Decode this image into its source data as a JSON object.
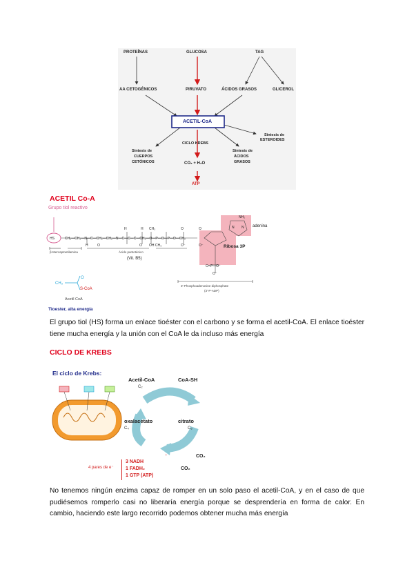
{
  "metabolism_diagram": {
    "proteinas": "PROTEÍNAS",
    "glucosa": "GLUCOSA",
    "tag": "TAG",
    "aa_cetogenicos": "AA CETOGÉNICOS",
    "piruvato": "PIRUVATO",
    "acidos_grasos": "ÁCIDOS GRASOS",
    "glicerol": "GLICEROL",
    "acetil_coa": "ACETIL-CoA",
    "sintesis_esteroides_1": "Síntesis de",
    "sintesis_esteroides_2": "ESTEROIDES",
    "cuerpos_1": "Síntesis de",
    "cuerpos_2": "CUERPOS",
    "cuerpos_3": "CETÓNICOS",
    "ciclo_krebs": "CICLO  KREBS",
    "acidos_sint_1": "Síntesis de",
    "acidos_sint_2": "ÁCIDOS",
    "acidos_sint_3": "GRASOS",
    "co2_h2o": "CO₂ + H₂O",
    "atp": "ATP"
  },
  "section_acetil": {
    "heading": "ACETIL Co-A",
    "grupo_tiol": "Grupo tiol reactivo",
    "adenina": "adenina",
    "ribosa": "Ribosa 3P",
    "vit_b5": "(Vit. B5)",
    "beta_merc": "β-Mercaptoetilamina",
    "pantotenico": "Ácido pantoténico",
    "phospho": "3'-Phosphoadenosine diphosphate",
    "phospho_sub": "(3'-P-ADP)",
    "acetyl_coa_struct": "S-CoA",
    "acetil_coa_label": "Acetil CoA",
    "tioester": "Tioester, alta energía",
    "paragraph": "El grupo tiol (HS) forma un enlace tioéster con el carbono y se forma el acetil-CoA. El enlace tioéster tiene mucha energía y la unión con el CoA le da incluso más energía"
  },
  "section_krebs": {
    "heading": "CICLO DE KREBS",
    "diagram_title": "El ciclo de Krebs:",
    "acetil_coa": "Acetil-CoA",
    "c2": "C₂",
    "coa_sh": "CoA-SH",
    "oxalacetato": "oxalacetato",
    "c4": "C₄",
    "citrato": "citrato",
    "c6": "C₆",
    "co2_a": "CO₂",
    "co2_b": "CO₂",
    "pares": "4 pares de e⁻",
    "nadh": "3 NADH",
    "fadh2": "1 FADH₂",
    "gtp": "1 GTP (ATP)",
    "paragraph": "No tenemos ningún enzima capaz de romper en un solo paso el acetil-CoA, y en el caso de que pudiésemos romperlo casi no liberaría energía porque se desprendería en forma de calor. En cambio, haciendo este largo recorrido podemos obtener mucha más energía"
  },
  "colors": {
    "heading_red": "#e0001b",
    "arrow_red": "#d21a1a",
    "box_blue": "#1f2a8a",
    "cycle_teal": "#8fcad6",
    "mito_orange": "#f29a2e",
    "pink_highlight": "#f4b4bd"
  }
}
